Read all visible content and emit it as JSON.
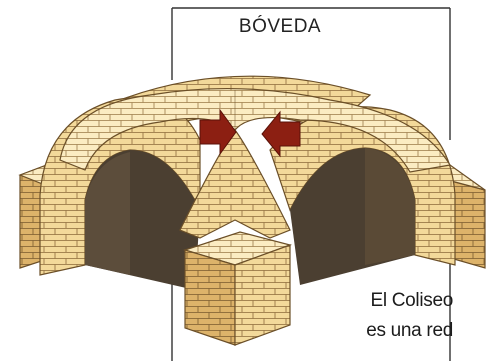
{
  "figure": {
    "title": "BÓVEDA",
    "caption_lines": [
      "El Coliseo",
      "es una red"
    ]
  },
  "colors": {
    "brick_light": "#f6e2aa",
    "brick_mid": "#e9c77c",
    "brick_dark": "#cda15b",
    "shadow": "#4b3f31",
    "mortar": "#8c6a3a",
    "arrow": "#8c1f12",
    "frame_line": "#333333"
  },
  "arrows": [
    {
      "name": "force-arrow-left",
      "direction": "right"
    },
    {
      "name": "force-arrow-right",
      "direction": "left"
    }
  ]
}
